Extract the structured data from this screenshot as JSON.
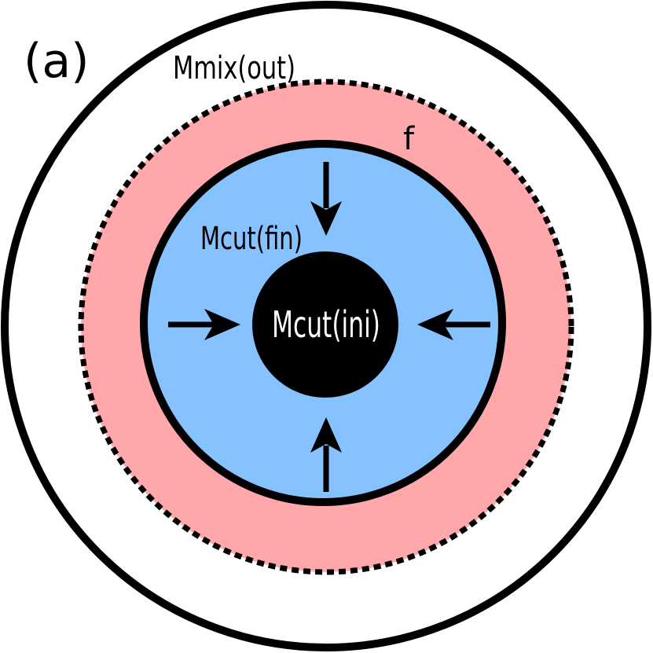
{
  "panel_label": "(a)",
  "labels": {
    "outer_mixing": "Mmix(out)",
    "fraction": "f",
    "final_cut": "Mcut(fin)",
    "initial_cut": "Mcut(ini)"
  },
  "colors": {
    "background": "#ffffff",
    "outer_ring_stroke": "#000000",
    "mixing_region_fill": "#ffa8ab",
    "dashed_boundary": "#000000",
    "final_region_fill": "#85c2ff",
    "final_boundary": "#000000",
    "core_fill": "#000000",
    "core_text": "#ffffff",
    "arrow": "#000000"
  },
  "icons": {
    "arrows": [
      "arrow-down-icon",
      "arrow-right-icon",
      "arrow-left-icon",
      "arrow-up-icon"
    ]
  }
}
